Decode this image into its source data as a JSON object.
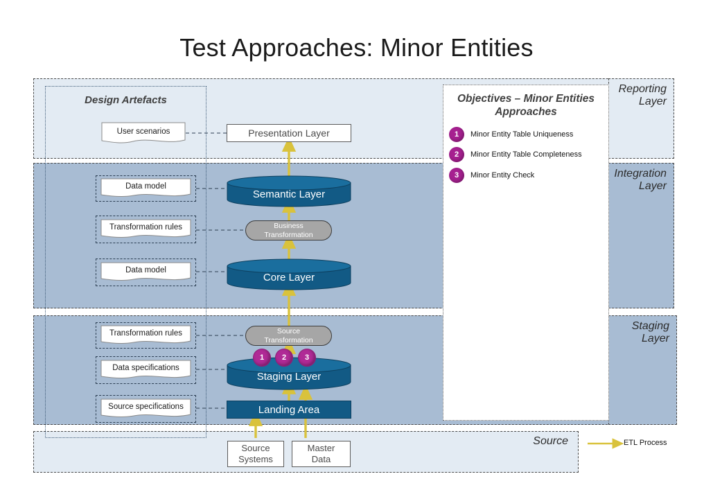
{
  "page": {
    "title": "Test Approaches: Minor Entities"
  },
  "bands": {
    "reporting": {
      "label": "Reporting\nLayer",
      "label_line1": "Reporting",
      "label_line2": "Layer"
    },
    "integration": {
      "label_line1": "Integration",
      "label_line2": "Layer"
    },
    "staging": {
      "label_line1": "Staging",
      "label_line2": "Layer"
    },
    "source": {
      "label": "Source"
    }
  },
  "design_artefacts": {
    "title": "Design Artefacts",
    "documents": [
      {
        "label": "User scenarios"
      },
      {
        "label": "Data model"
      },
      {
        "label": "Transformation rules"
      },
      {
        "label": "Data model"
      },
      {
        "label": "Transformation rules"
      },
      {
        "label": "Data specifications"
      },
      {
        "label": "Source specifications"
      }
    ]
  },
  "flow": {
    "presentation_layer": "Presentation Layer",
    "semantic_layer": "Semantic Layer",
    "business_transformation_line1": "Business",
    "business_transformation_line2": "Transformation",
    "core_layer": "Core Layer",
    "source_transformation_line1": "Source",
    "source_transformation_line2": "Transformation",
    "staging_layer": "Staging Layer",
    "landing_area": "Landing Area",
    "source_systems_line1": "Source",
    "source_systems_line2": "Systems",
    "master_data_line1": "Master",
    "master_data_line2": "Data"
  },
  "staging_badges": [
    {
      "number": "1"
    },
    {
      "number": "2"
    },
    {
      "number": "3"
    }
  ],
  "objectives": {
    "title_line1": "Objectives – Minor Entities",
    "title_line2": "Approaches",
    "items": [
      {
        "number": "1",
        "label": "Minor Entity Table Uniqueness"
      },
      {
        "number": "2",
        "label": "Minor Entity Table Completeness"
      },
      {
        "number": "3",
        "label": "Minor Entity Check"
      }
    ]
  },
  "legend": {
    "etl_process": "ETL Process"
  },
  "colors": {
    "band_light": "#e3ebf3",
    "band_mid": "#a8bcd3",
    "cylinder_blue": "#125a85",
    "cylinder_top": "#1a6e9e",
    "badge_magenta": "#b02a96",
    "objective_badge": "#a62090",
    "arrow_yellow": "#d9c23c",
    "pill_gray": "#a6a6a6"
  }
}
